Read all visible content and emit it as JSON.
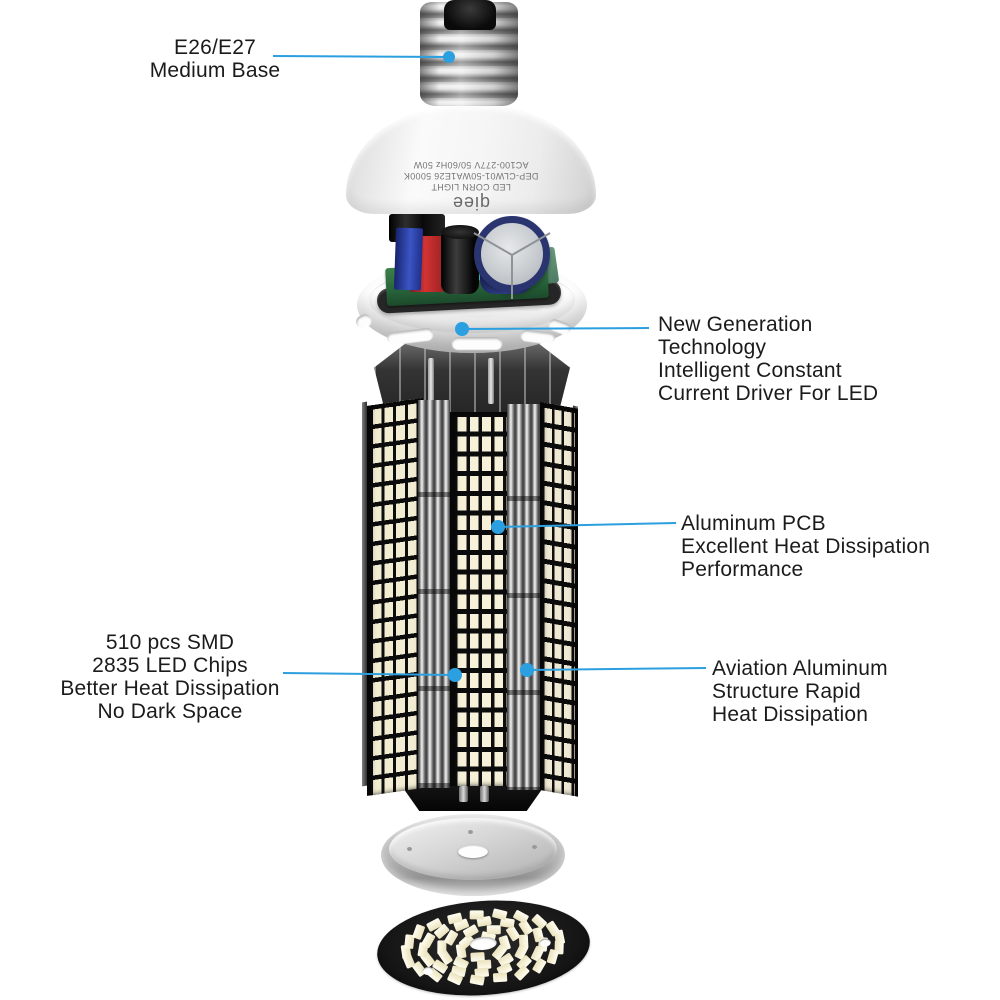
{
  "accent_color": "#2b9fe0",
  "text_color": "#1b1b1b",
  "callouts": {
    "base": {
      "lines": [
        "E26/E27",
        "Medium Base"
      ]
    },
    "driver": {
      "lines": [
        "New Generation",
        "Technology",
        "Intelligent Constant",
        "Current Driver For LED"
      ]
    },
    "pcb": {
      "lines": [
        "Aluminum PCB",
        "Excellent Heat Dissipation",
        "Performance"
      ]
    },
    "chips": {
      "lines": [
        "510 pcs SMD",
        "2835 LED Chips",
        "Better Heat Dissipation",
        "No Dark Space"
      ]
    },
    "aluminum": {
      "lines": [
        "Aviation Aluminum",
        "Structure Rapid",
        "Heat Dissipation"
      ]
    }
  },
  "dome_print": {
    "logo": "qiee",
    "lines": [
      "LED CORN LIGHT",
      "DEP-CLW01-50WA1E26 5000K",
      "AC100-277V 50/60Hz 50W"
    ]
  }
}
